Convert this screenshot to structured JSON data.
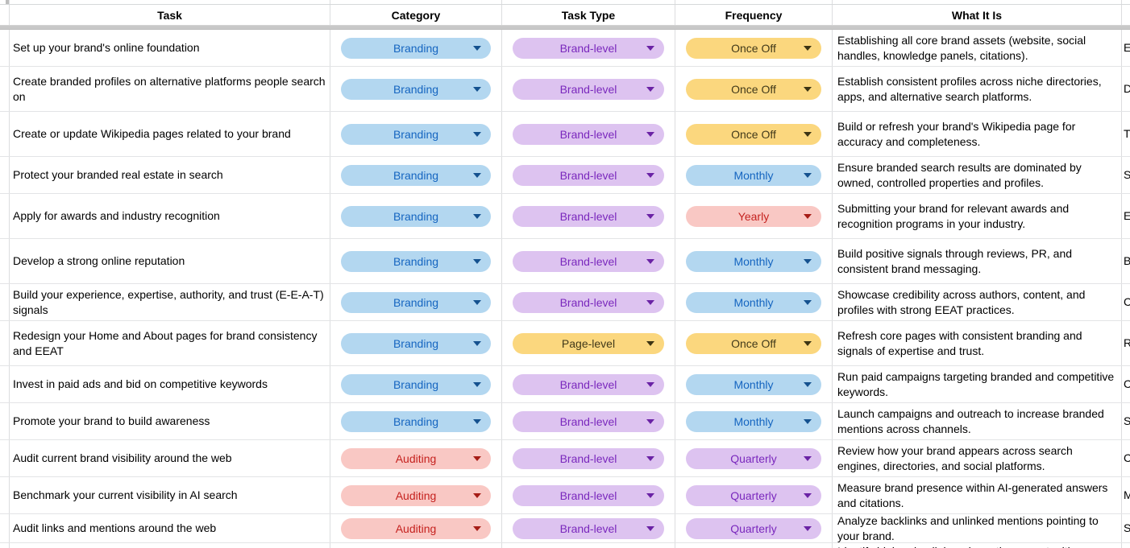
{
  "header": {
    "columns": [
      "Task",
      "Category",
      "Task Type",
      "Frequency",
      "What It Is"
    ]
  },
  "chip_styles": {
    "blue": {
      "bg": "#b3d7f0",
      "fg": "#1565c0",
      "arrow": "#14518f"
    },
    "red": {
      "bg": "#f9c8c4",
      "fg": "#c5221f",
      "arrow": "#a61d17"
    },
    "purple": {
      "bg": "#ddc3f0",
      "fg": "#7a28bd",
      "arrow": "#6a22a5"
    },
    "yellow": {
      "bg": "#fbd77e",
      "fg": "#41391a",
      "arrow": "#3c3413"
    }
  },
  "rows": [
    {
      "height": 46,
      "task": "Set up your brand's online foundation",
      "category": {
        "label": "Branding",
        "style": "blue"
      },
      "task_type": {
        "label": "Brand-level",
        "style": "purple"
      },
      "frequency": {
        "label": "Once Off",
        "style": "yellow"
      },
      "what_it_is": "Establishing all core brand assets (website, social handles, knowledge panels, citations).",
      "edge": "E"
    },
    {
      "height": 56,
      "task": "Create branded profiles on alternative platforms people search on",
      "category": {
        "label": "Branding",
        "style": "blue"
      },
      "task_type": {
        "label": "Brand-level",
        "style": "purple"
      },
      "frequency": {
        "label": "Once Off",
        "style": "yellow"
      },
      "what_it_is": "Establish consistent profiles across niche directories, apps, and alternative search platforms.",
      "edge": "D"
    },
    {
      "height": 56,
      "task": "Create or update Wikipedia pages related to your brand",
      "category": {
        "label": "Branding",
        "style": "blue"
      },
      "task_type": {
        "label": "Brand-level",
        "style": "purple"
      },
      "frequency": {
        "label": "Once Off",
        "style": "yellow"
      },
      "what_it_is": "Build or refresh your brand's Wikipedia page for accuracy and completeness.",
      "edge": "T"
    },
    {
      "height": 46,
      "task": "Protect your branded real estate in search",
      "category": {
        "label": "Branding",
        "style": "blue"
      },
      "task_type": {
        "label": "Brand-level",
        "style": "purple"
      },
      "frequency": {
        "label": "Monthly",
        "style": "blue"
      },
      "what_it_is": "Ensure branded search results are dominated by owned, controlled properties and profiles.",
      "edge": "S"
    },
    {
      "height": 56,
      "task": "Apply for awards and industry recognition",
      "category": {
        "label": "Branding",
        "style": "blue"
      },
      "task_type": {
        "label": "Brand-level",
        "style": "purple"
      },
      "frequency": {
        "label": "Yearly",
        "style": "red"
      },
      "what_it_is": "Submitting your brand for relevant awards and recognition programs in your industry.",
      "edge": "E"
    },
    {
      "height": 56,
      "task": "Develop a strong online reputation",
      "category": {
        "label": "Branding",
        "style": "blue"
      },
      "task_type": {
        "label": "Brand-level",
        "style": "purple"
      },
      "frequency": {
        "label": "Monthly",
        "style": "blue"
      },
      "what_it_is": "Build positive signals through reviews, PR, and consistent brand messaging.",
      "edge": "B"
    },
    {
      "height": 46,
      "task": "Build your experience, expertise, authority, and trust (E-E-A-T) signals",
      "category": {
        "label": "Branding",
        "style": "blue"
      },
      "task_type": {
        "label": "Brand-level",
        "style": "purple"
      },
      "frequency": {
        "label": "Monthly",
        "style": "blue"
      },
      "what_it_is": "Showcase credibility across authors, content, and profiles with strong EEAT practices.",
      "edge": "C"
    },
    {
      "height": 56,
      "task": "Redesign your Home and About pages for brand consistency and EEAT",
      "category": {
        "label": "Branding",
        "style": "blue"
      },
      "task_type": {
        "label": "Page-level",
        "style": "yellow"
      },
      "frequency": {
        "label": "Once Off",
        "style": "yellow"
      },
      "what_it_is": "Refresh core pages with consistent branding and signals of expertise and trust.",
      "edge": "R"
    },
    {
      "height": 46,
      "task": "Invest in paid ads and bid on competitive keywords",
      "category": {
        "label": "Branding",
        "style": "blue"
      },
      "task_type": {
        "label": "Brand-level",
        "style": "purple"
      },
      "frequency": {
        "label": "Monthly",
        "style": "blue"
      },
      "what_it_is": "Run paid campaigns targeting branded and competitive keywords.",
      "edge": "C"
    },
    {
      "height": 46,
      "task": "Promote your brand to build awareness",
      "category": {
        "label": "Branding",
        "style": "blue"
      },
      "task_type": {
        "label": "Brand-level",
        "style": "purple"
      },
      "frequency": {
        "label": "Monthly",
        "style": "blue"
      },
      "what_it_is": "Launch campaigns and outreach to increase branded mentions across channels.",
      "edge": "S"
    },
    {
      "height": 46,
      "task": "Audit current brand visibility around the web",
      "category": {
        "label": "Auditing",
        "style": "red"
      },
      "task_type": {
        "label": "Brand-level",
        "style": "purple"
      },
      "frequency": {
        "label": "Quarterly",
        "style": "purple"
      },
      "what_it_is": "Review how your brand appears across search engines, directories, and social platforms.",
      "edge": "C"
    },
    {
      "height": 46,
      "task": "Benchmark your current visibility in AI search",
      "category": {
        "label": "Auditing",
        "style": "red"
      },
      "task_type": {
        "label": "Brand-level",
        "style": "purple"
      },
      "frequency": {
        "label": "Quarterly",
        "style": "purple"
      },
      "what_it_is": "Measure brand presence within AI-generated answers and citations.",
      "edge": "M"
    },
    {
      "height": 36,
      "task": "Audit links and mentions around the web",
      "category": {
        "label": "Auditing",
        "style": "red"
      },
      "task_type": {
        "label": "Brand-level",
        "style": "purple"
      },
      "frequency": {
        "label": "Quarterly",
        "style": "purple"
      },
      "what_it_is": "Analyze backlinks and unlinked mentions pointing to your brand.",
      "edge": "S"
    }
  ],
  "partial_bottom_row": {
    "what_it_is": "Identify high-value link and mention opportunities"
  }
}
